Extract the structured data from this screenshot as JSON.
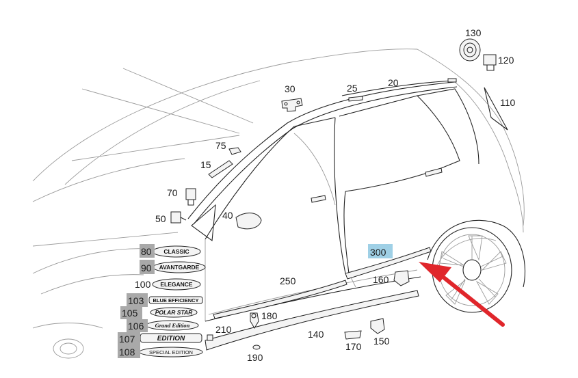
{
  "callouts": {
    "c130": "130",
    "c120": "120",
    "c110": "110",
    "c20": "20",
    "c25": "25",
    "c30": "30",
    "c75": "75",
    "c15": "15",
    "c70": "70",
    "c50": "50",
    "c40": "40",
    "c300": "300",
    "c160": "160",
    "c250": "250",
    "c180": "180",
    "c210": "210",
    "c140": "140",
    "c190": "190",
    "c170": "170",
    "c150": "150"
  },
  "badges": [
    {
      "number": "80",
      "text": "CLASSIC",
      "highlight": "gray"
    },
    {
      "number": "90",
      "text": "AVANTGARDE",
      "highlight": "gray"
    },
    {
      "number": "100",
      "text": "ELEGANCE",
      "highlight": "none"
    },
    {
      "number": "103",
      "text": "BLUE EFFICIENCY",
      "highlight": "gray"
    },
    {
      "number": "105",
      "text": "POLAR STAR",
      "highlight": "gray"
    },
    {
      "number": "106",
      "text": "Grand Edition",
      "highlight": "gray"
    },
    {
      "number": "107",
      "text": "EDITION",
      "highlight": "gray"
    },
    {
      "number": "108",
      "text": "SPECIAL EDITION",
      "highlight": "gray"
    }
  ],
  "colors": {
    "gray_highlight": "#a9a9a9",
    "blue_highlight": "#9fd0e6",
    "arrow": "#e0262b"
  }
}
